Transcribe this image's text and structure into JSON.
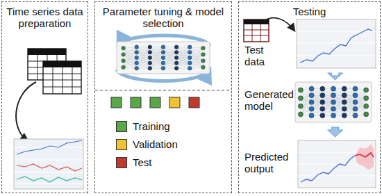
{
  "diagram": {
    "nodes": [
      {
        "text": [
          "Time series data preparation"
        ]
      },
      {
        "text": [
          "Parameter tuning & model selection"
        ]
      },
      {
        "text": [
          "Testing"
        ]
      },
      {
        "text": [
          "Test data"
        ],
        "in": 2
      },
      {
        "text": [
          "Generated model"
        ],
        "in": 2
      },
      {
        "text": [
          "Predicted output"
        ],
        "in": 2
      }
    ],
    "edges": [
      {
        "from": 3,
        "to": 4,
        "arrow": "to"
      },
      {
        "from": 4,
        "to": 5,
        "arrow": "to"
      }
    ],
    "legend": [
      {
        "text": "Training",
        "color": "#5aa845"
      },
      {
        "text": "Validation",
        "color": "#f2c230"
      },
      {
        "text": "Test",
        "color": "#c0392b"
      }
    ]
  }
}
